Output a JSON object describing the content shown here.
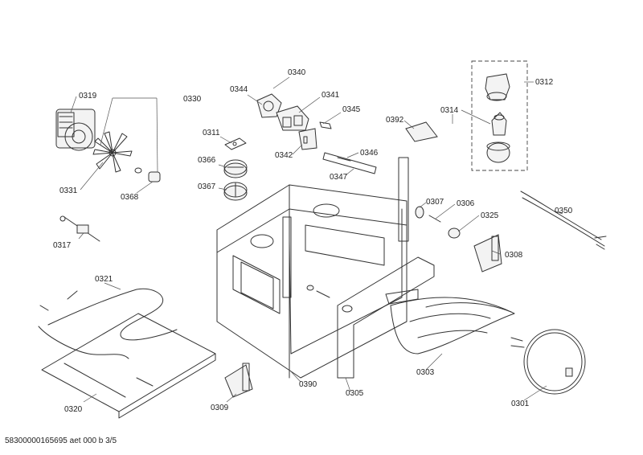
{
  "diagram": {
    "parts": {
      "p0301": "0301",
      "p0303": "0303",
      "p0305": "0305",
      "p0306": "0306",
      "p0307": "0307",
      "p0308": "0308",
      "p0309": "0309",
      "p0311": "0311",
      "p0312": "0312",
      "p0314": "0314",
      "p0317": "0317",
      "p0319": "0319",
      "p0320": "0320",
      "p0321": "0321",
      "p0325": "0325",
      "p0330": "0330",
      "p0331": "0331",
      "p0340": "0340",
      "p0341": "0341",
      "p0342": "0342",
      "p0344": "0344",
      "p0345": "0345",
      "p0346": "0346",
      "p0347": "0347",
      "p0350": "0350",
      "p0366": "0366",
      "p0367": "0367",
      "p0368": "0368",
      "p0390": "0390",
      "p0392": "0392"
    },
    "document_reference": "58300000165695 aet 000 b 3/5"
  }
}
